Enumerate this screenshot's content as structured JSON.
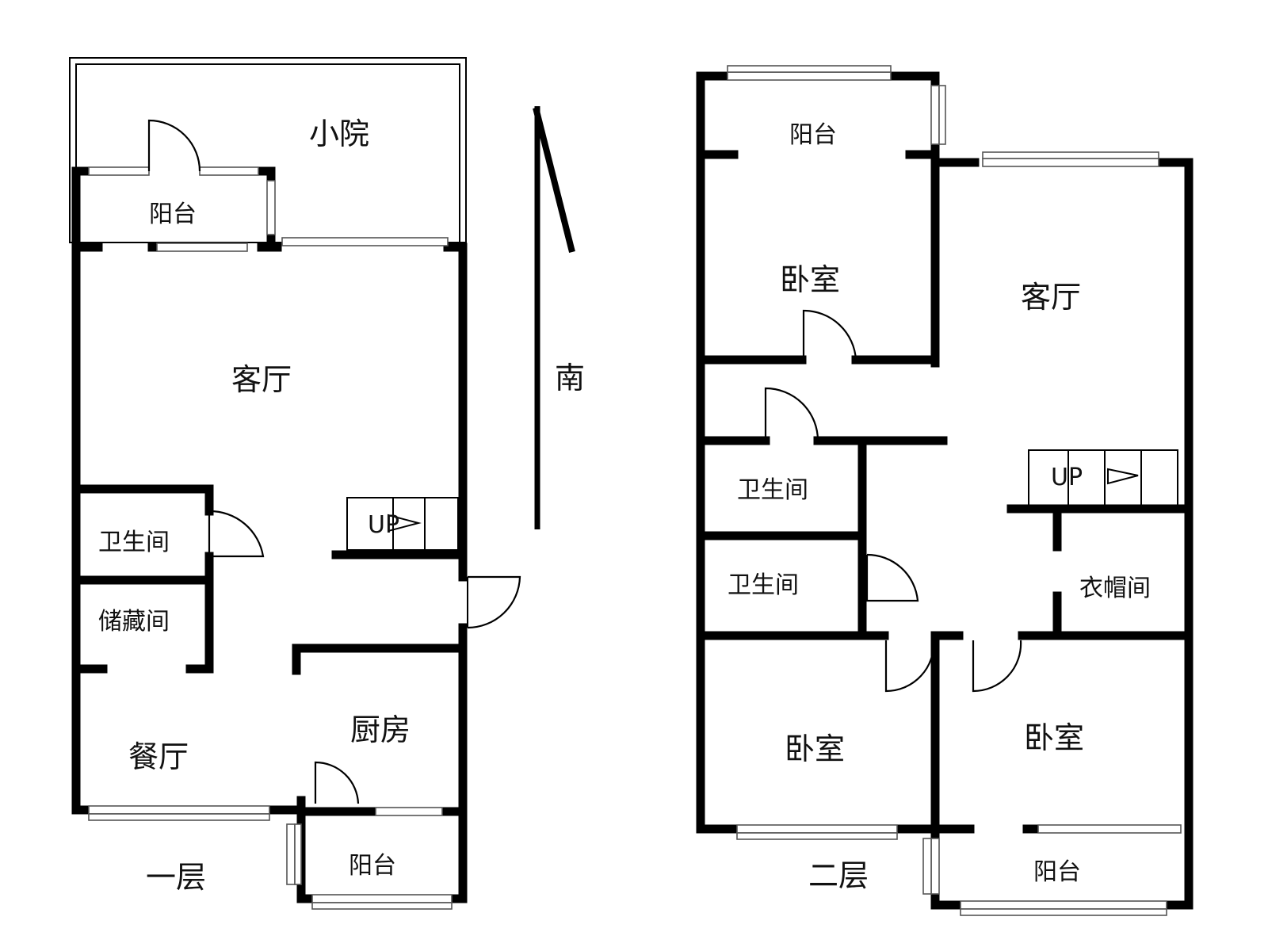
{
  "compass": {
    "label": "南"
  },
  "floor1": {
    "floor_label": "一层",
    "rooms": {
      "courtyard": "小院",
      "balcony_top": "阳台",
      "living_room": "客厅",
      "bathroom": "卫生间",
      "storage": "储藏间",
      "dining_room": "餐厅",
      "kitchen": "厨房",
      "balcony_bottom": "阳台"
    },
    "stair_label": "UP"
  },
  "floor2": {
    "floor_label": "二层",
    "rooms": {
      "balcony_top": "阳台",
      "bedroom_top": "卧室",
      "living_room": "客厅",
      "bathroom_1": "卫生间",
      "bathroom_2": "卫生间",
      "cloakroom": "衣帽间",
      "bedroom_left": "卧室",
      "bedroom_right": "卧室",
      "balcony_bottom": "阳台"
    },
    "stair_label": "UP"
  }
}
